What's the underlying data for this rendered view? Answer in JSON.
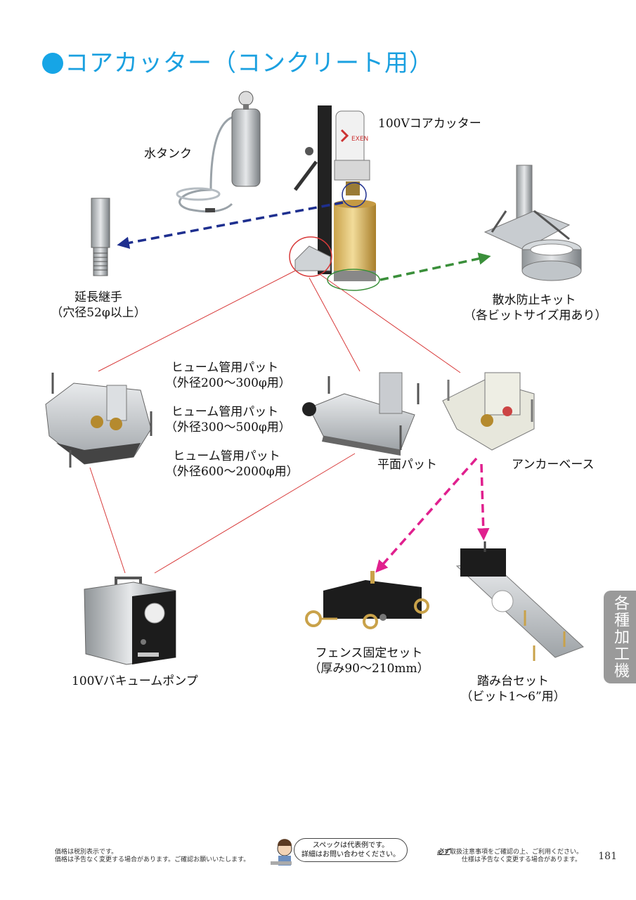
{
  "page": {
    "title": "コアカッター（コンクリート用）",
    "side_tab": "各種加工機",
    "page_number": "181"
  },
  "labels": {
    "core_cutter": "100Vコアカッター",
    "water_tank": "水タンク",
    "extension_1": "延長継手",
    "extension_2": "（穴径52φ以上）",
    "splash_1": "散水防止キット",
    "splash_2": "（各ビットサイズ用あり）",
    "hume1_1": "ヒューム管用パット",
    "hume1_2": "（外径200〜300φ用）",
    "hume2_1": "ヒューム管用パット",
    "hume2_2": "（外径300〜500φ用）",
    "hume3_1": "ヒューム管用パット",
    "hume3_2": "（外径600〜2000φ用）",
    "flat_pad": "平面パット",
    "anchor_base": "アンカーベース",
    "vacuum_pump": "100Vバキュームポンプ",
    "fence_1": "フェンス固定セット",
    "fence_2": "（厚み90〜210mm）",
    "step_1": "踏み台セット",
    "step_2": "（ビット1〜6”用）",
    "brand": "EXEN"
  },
  "footer": {
    "left_1": "価格は税別表示です。",
    "left_2": "価格は予告なく変更する場合があります。ご確認お願いいたします。",
    "bubble_1": "スペックは代表例です。",
    "bubble_2": "詳細はお問い合わせください。",
    "right_emph": "必ず",
    "right_1": "取扱注意事項をご確認の上、ご利用ください。",
    "right_2": "仕様は予告なく変更する場合があります。"
  },
  "colors": {
    "title_blue": "#1aa0e0",
    "navy_arrow": "#1e2f8f",
    "green_arrow": "#3a8f3a",
    "magenta_arrow": "#e0208e",
    "red_line": "#d83a3a",
    "tab_gray": "#9a9a9a"
  }
}
